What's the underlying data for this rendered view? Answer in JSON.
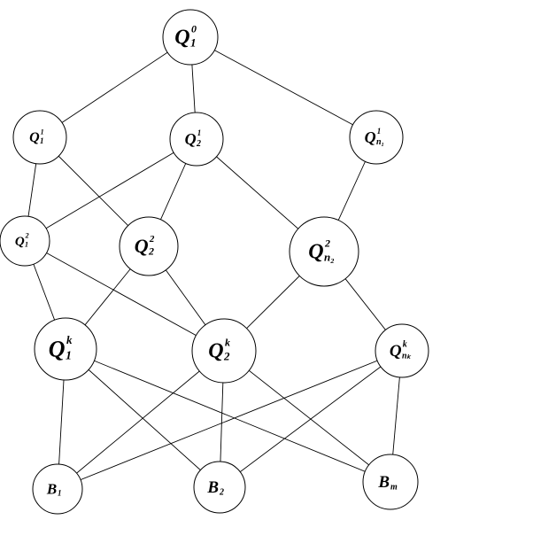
{
  "diagram": {
    "nodes": [
      {
        "id": "Q0_1",
        "base": "Q",
        "sub": "1",
        "sup": "0"
      },
      {
        "id": "Q1_1",
        "base": "Q",
        "sub": "1",
        "sup": "1"
      },
      {
        "id": "Q1_2",
        "base": "Q",
        "sub": "2",
        "sup": "1"
      },
      {
        "id": "Q1_n1",
        "base": "Q",
        "sub": "n₁",
        "sup": "1"
      },
      {
        "id": "Q2_1",
        "base": "Q",
        "sub": "1",
        "sup": "2"
      },
      {
        "id": "Q2_2",
        "base": "Q",
        "sub": "2",
        "sup": "2"
      },
      {
        "id": "Q2_n2",
        "base": "Q",
        "sub": "n₂",
        "sup": "2"
      },
      {
        "id": "Qk_1",
        "base": "Q",
        "sub": "1",
        "sup": "k"
      },
      {
        "id": "Qk_2",
        "base": "Q",
        "sub": "2",
        "sup": "k"
      },
      {
        "id": "Qk_nk",
        "base": "Q",
        "sub": "nₖ",
        "sup": "k"
      },
      {
        "id": "B1",
        "base": "B",
        "sub": "1",
        "sup": ""
      },
      {
        "id": "B2",
        "base": "B",
        "sub": "2",
        "sup": ""
      },
      {
        "id": "Bm",
        "base": "B",
        "sub": "m",
        "sup": ""
      }
    ],
    "edges": [
      [
        "Q0_1",
        "Q1_1"
      ],
      [
        "Q0_1",
        "Q1_2"
      ],
      [
        "Q0_1",
        "Q1_n1"
      ],
      [
        "Q1_1",
        "Q2_1"
      ],
      [
        "Q1_1",
        "Q2_2"
      ],
      [
        "Q1_2",
        "Q2_1"
      ],
      [
        "Q1_2",
        "Q2_2"
      ],
      [
        "Q1_2",
        "Q2_n2"
      ],
      [
        "Q1_n1",
        "Q2_n2"
      ],
      [
        "Q2_1",
        "Qk_1"
      ],
      [
        "Q2_1",
        "Qk_2"
      ],
      [
        "Q2_2",
        "Qk_1"
      ],
      [
        "Q2_2",
        "Qk_2"
      ],
      [
        "Q2_n2",
        "Qk_2"
      ],
      [
        "Q2_n2",
        "Qk_nk"
      ],
      [
        "Qk_1",
        "B1"
      ],
      [
        "Qk_1",
        "B2"
      ],
      [
        "Qk_1",
        "Bm"
      ],
      [
        "Qk_2",
        "B1"
      ],
      [
        "Qk_2",
        "B2"
      ],
      [
        "Qk_2",
        "Bm"
      ],
      [
        "Qk_nk",
        "B1"
      ],
      [
        "Qk_nk",
        "B2"
      ],
      [
        "Qk_nk",
        "Bm"
      ]
    ]
  }
}
